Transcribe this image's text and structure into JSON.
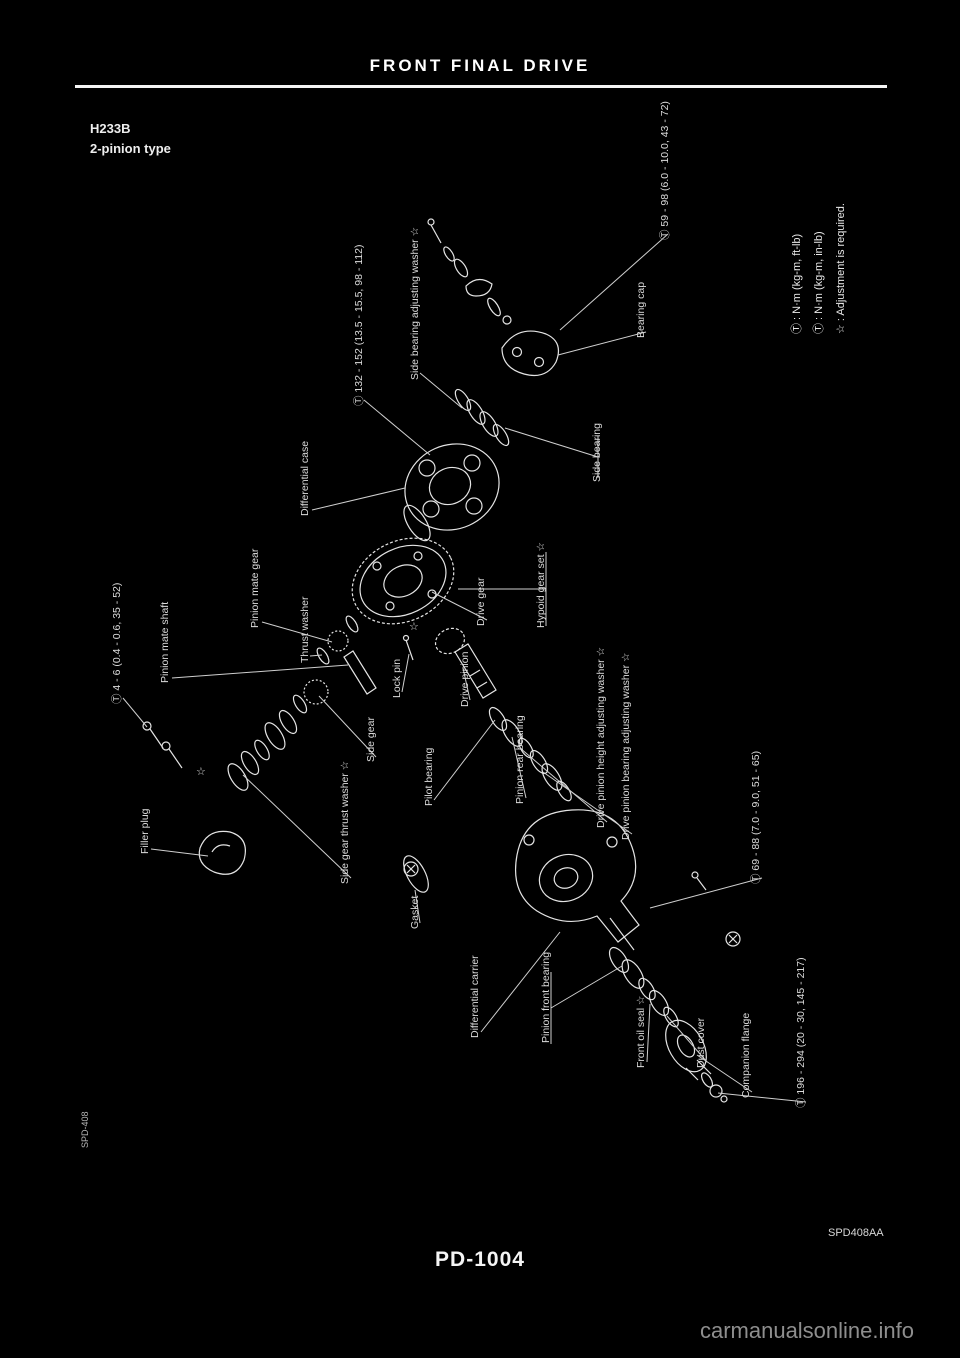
{
  "page": {
    "header": "FRONT FINAL DRIVE",
    "model_code": "H233B",
    "type_label": "2-pinion type",
    "page_number": "PD-1004",
    "figure_code": "SPD408AA",
    "side_code": "SPD-408",
    "watermark": "carmanualsonline.info"
  },
  "legend": {
    "items": [
      "Ⓣ : N·m (kg-m, ft-lb)",
      "Ⓣ : N·m (kg-m, in-lb)",
      "☆ : Adjustment is required."
    ]
  },
  "diagram": {
    "labels": [
      "Ⓣ 132 - 152 (13.5 - 15.5, 98 - 112)",
      "Side bearing adjusting washer ☆",
      "Bearing cap",
      "Ⓣ 59 - 98 (6.0 - 10.0, 43 - 72)",
      "Side bearing",
      "Differential case",
      "Pinion mate gear",
      "Thrust washer",
      "Pinion mate shaft",
      "Ⓣ 4 - 6 (0.4 - 0.6, 35 - 52)",
      "Lock pin",
      "Side gear",
      "Side gear thrust washer ☆",
      "Filler plug",
      "Drive gear",
      "Hypoid gear set ☆",
      "Drive pinion",
      "Pilot bearing",
      "Drive pinion height adjusting washer ☆",
      "Drive pinion bearing adjusting washer ☆",
      "Pinion rear bearing",
      "Ⓣ 69 - 88 (7.0 - 9.0, 51 - 65)",
      "Gasket",
      "Differential carrier",
      "Pinion front bearing",
      "Front oil seal ☆",
      "Dust cover",
      "Companion flange",
      "Ⓣ 196 - 294 (20 - 30, 145 - 217)"
    ]
  }
}
